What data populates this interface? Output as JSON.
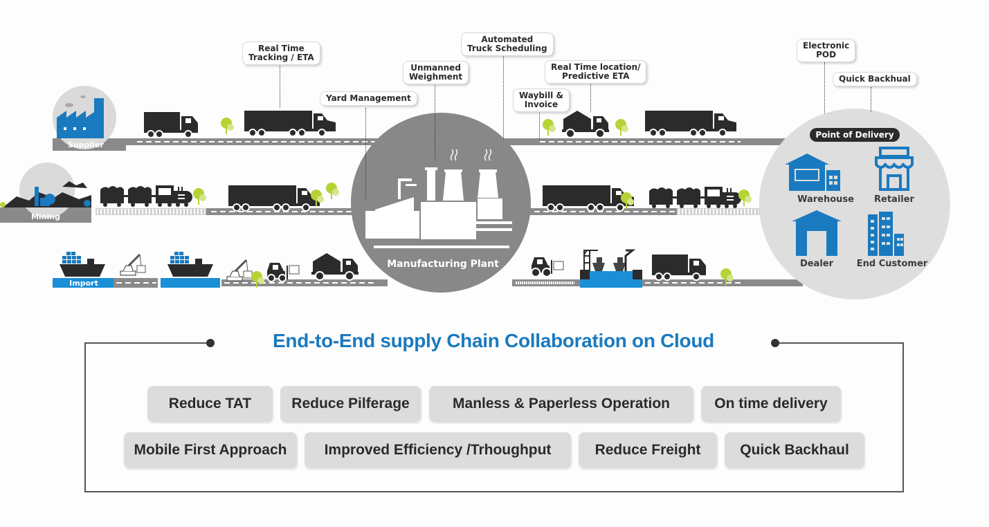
{
  "colors": {
    "brand_blue": "#1a7abf",
    "road_gray": "#8a8a8a",
    "plant_gray": "#888888",
    "pod_circle": "#dedede",
    "vehicle_dark": "#2b2b2b",
    "tree_green": "#b5d334",
    "water_blue": "#1a8fd6"
  },
  "sources": [
    {
      "label": "Supplier",
      "icon": "factory-icon"
    },
    {
      "label": "Mining",
      "icon": "mining-icon"
    },
    {
      "label": "Import",
      "icon": "cargo-ship-icon"
    }
  ],
  "callouts": {
    "tracking": "Real Time\nTracking / ETA",
    "yard": "Yard Management",
    "weighment": "Unmanned\nWeighment",
    "scheduling": "Automated\nTruck Scheduling",
    "waybill": "Waybill &\nInvoice",
    "location": "Real Time location/\nPredictive ETA",
    "epod": "Electronic\nPOD",
    "backhaul": "Quick Backhual"
  },
  "plant": {
    "label": "Manufacturing Plant"
  },
  "point_of_delivery": {
    "title": "Point of Delivery",
    "destinations": [
      {
        "label": "Warehouse",
        "icon": "warehouse-icon"
      },
      {
        "label": "Retailer",
        "icon": "retail-store-icon"
      },
      {
        "label": "Dealer",
        "icon": "dealer-shed-icon"
      },
      {
        "label": "End Customer",
        "icon": "city-buildings-icon"
      }
    ]
  },
  "summary": {
    "headline": "End-to-End supply Chain Collaboration on Cloud",
    "benefits_row1": [
      "Reduce TAT",
      "Reduce Pilferage",
      "Manless & Paperless Operation",
      "On time delivery"
    ],
    "benefits_row2": [
      "Mobile First Approach",
      "Improved Efficiency /Trhoughput",
      "Reduce Freight",
      "Quick Backhaul"
    ]
  }
}
